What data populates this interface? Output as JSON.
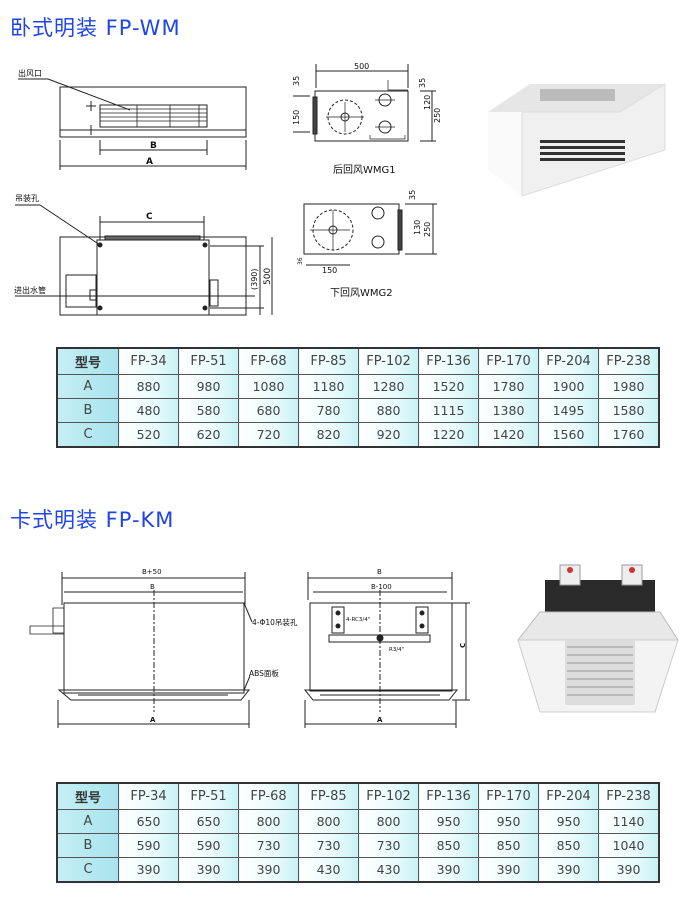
{
  "sections": [
    {
      "title": "卧式明装 FP-WM",
      "drawing_labels": {
        "outlet": "出风口",
        "dim_b": "B",
        "dim_a": "A",
        "hanging_hole": "吊装孔",
        "dim_c": "C",
        "pipe": "进出水管",
        "dim_390": "(390)",
        "dim_500": "500",
        "rear_500": "500",
        "rear_35a": "35",
        "rear_35b": "35",
        "rear_150": "150",
        "rear_120": "120",
        "rear_250": "250",
        "rear_caption": "后回风WMG1",
        "bottom_35": "35",
        "bottom_130": "130",
        "bottom_250": "250",
        "bottom_36": "36",
        "bottom_150": "150",
        "bottom_caption": "下回风WMG2"
      },
      "table": {
        "header": [
          "型号",
          "FP-34",
          "FP-51",
          "FP-68",
          "FP-85",
          "FP-102",
          "FP-136",
          "FP-170",
          "FP-204",
          "FP-238"
        ],
        "rows": [
          [
            "A",
            "880",
            "980",
            "1080",
            "1180",
            "1280",
            "1520",
            "1780",
            "1900",
            "1980"
          ],
          [
            "B",
            "480",
            "580",
            "680",
            "780",
            "880",
            "1115",
            "1380",
            "1495",
            "1580"
          ],
          [
            "C",
            "520",
            "620",
            "720",
            "820",
            "920",
            "1220",
            "1420",
            "1560",
            "1760"
          ]
        ]
      }
    },
    {
      "title": "卡式明装 FP-KM",
      "drawing_labels": {
        "b50": "B+50",
        "b_left": "B",
        "holes": "4-Φ10吊装孔",
        "abs": "ABS面板",
        "a_left": "A",
        "b_right": "B",
        "b100": "B-100",
        "rc": "4-RC3/4\"",
        "r34": "R3/4\"",
        "c_right": "C",
        "a_right": "A"
      },
      "table": {
        "header": [
          "型号",
          "FP-34",
          "FP-51",
          "FP-68",
          "FP-85",
          "FP-102",
          "FP-136",
          "FP-170",
          "FP-204",
          "FP-238"
        ],
        "rows": [
          [
            "A",
            "650",
            "650",
            "800",
            "800",
            "800",
            "950",
            "950",
            "950",
            "1140"
          ],
          [
            "B",
            "590",
            "590",
            "730",
            "730",
            "730",
            "850",
            "850",
            "850",
            "1040"
          ],
          [
            "C",
            "390",
            "390",
            "390",
            "430",
            "430",
            "390",
            "390",
            "390",
            "390"
          ]
        ]
      }
    }
  ]
}
